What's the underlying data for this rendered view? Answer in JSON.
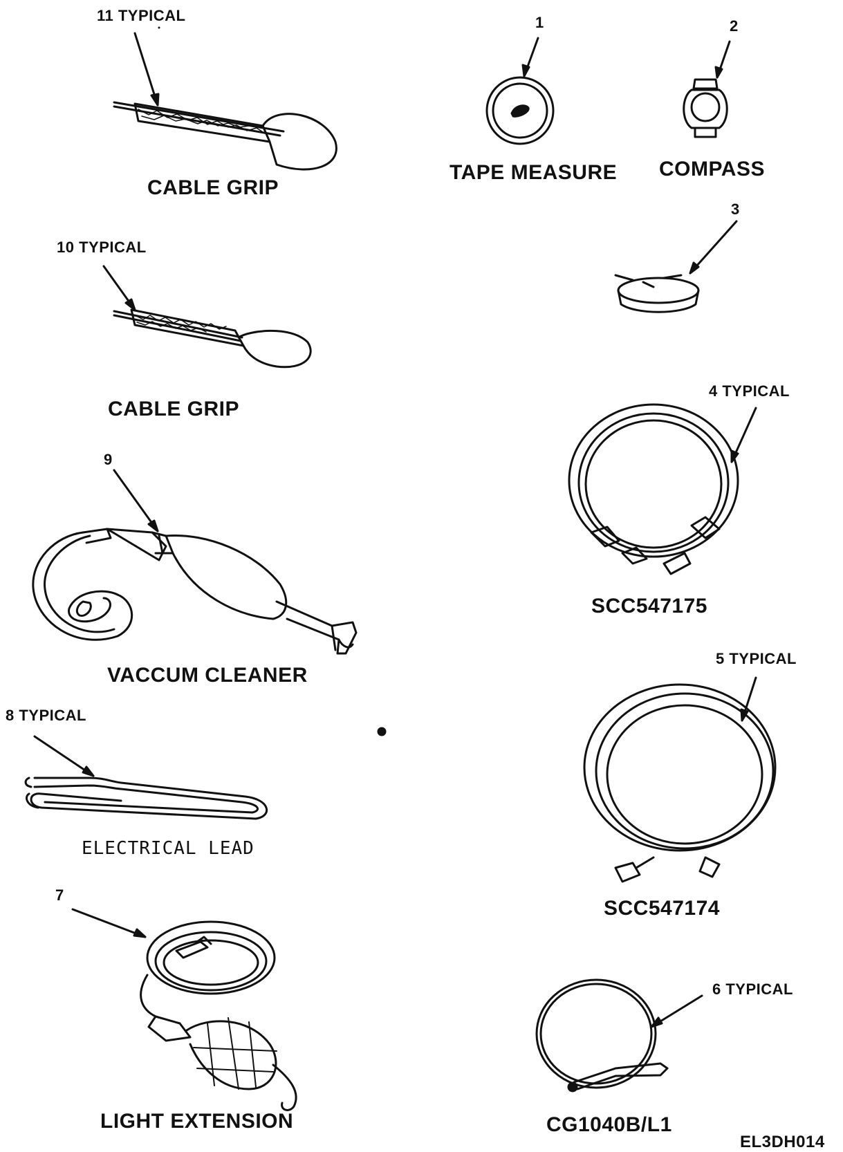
{
  "items": {
    "cable_grip_11": {
      "callout": "11 TYPICAL",
      "caption": "CABLE GRIP"
    },
    "cable_grip_10": {
      "callout": "10 TYPICAL",
      "caption": "CABLE GRIP"
    },
    "vacuum_cleaner": {
      "callout": "9",
      "caption": "VACCUM CLEANER"
    },
    "electrical_lead": {
      "callout": "8 TYPICAL",
      "caption": "ELECTRICAL LEAD"
    },
    "light_extension": {
      "callout": "7",
      "caption": "LIGHT EXTENSION"
    },
    "tape_measure": {
      "callout": "1",
      "caption": "TAPE MEASURE"
    },
    "compass": {
      "callout": "2",
      "caption": "COMPASS"
    },
    "item_3": {
      "callout": "3"
    },
    "hose_4": {
      "callout": "4 TYPICAL",
      "caption": "SCC547175"
    },
    "hose_5": {
      "callout": "5 TYPICAL",
      "caption": "SCC547174"
    },
    "hose_6": {
      "callout": "6 TYPICAL",
      "caption": "CG1040B/L1"
    }
  },
  "figure_id": "EL3DH014"
}
